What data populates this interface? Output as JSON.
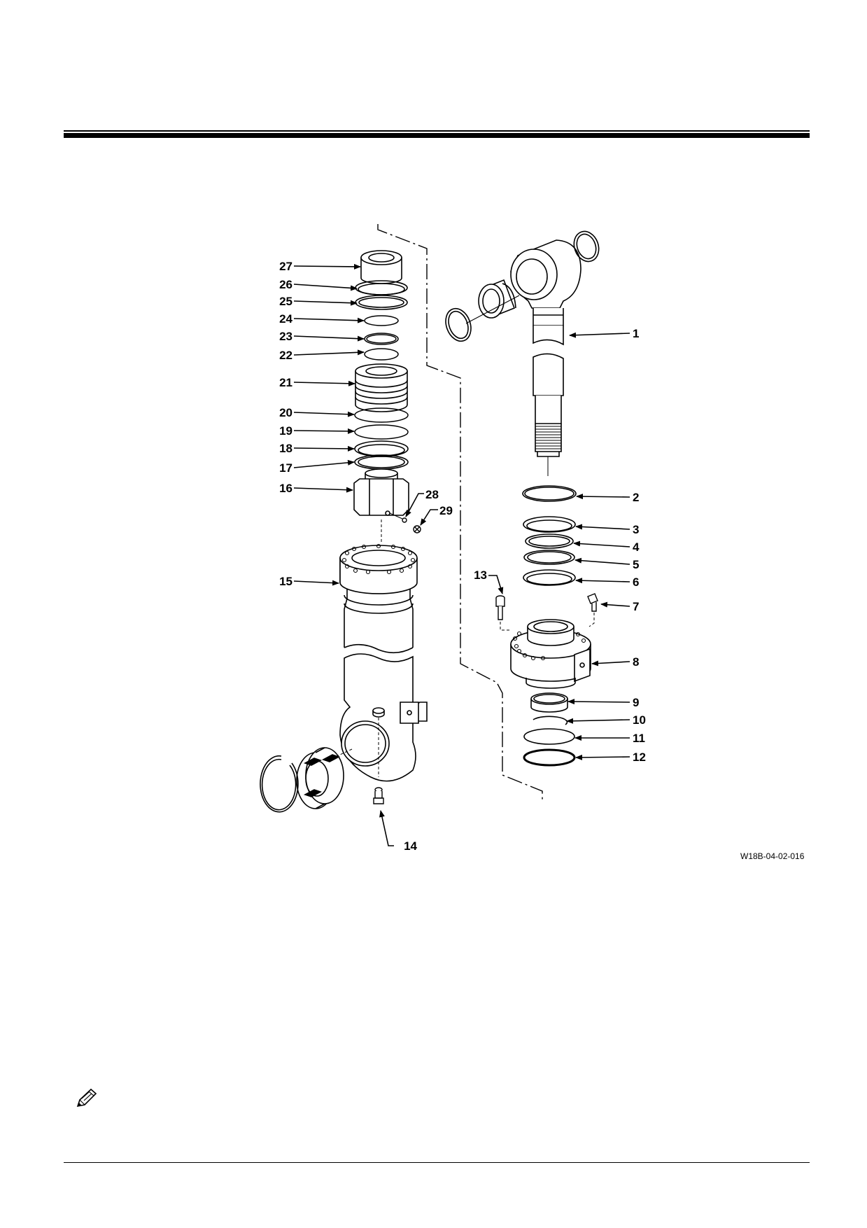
{
  "figure": {
    "code": "W18B-04-02-016",
    "callouts": [
      "1",
      "2",
      "3",
      "4",
      "5",
      "6",
      "7",
      "8",
      "9",
      "10",
      "11",
      "12",
      "13",
      "14",
      "15",
      "16",
      "17",
      "18",
      "19",
      "20",
      "21",
      "22",
      "23",
      "24",
      "25",
      "26",
      "27",
      "28",
      "29"
    ]
  },
  "icons": {
    "note": "pencil-note-icon"
  }
}
